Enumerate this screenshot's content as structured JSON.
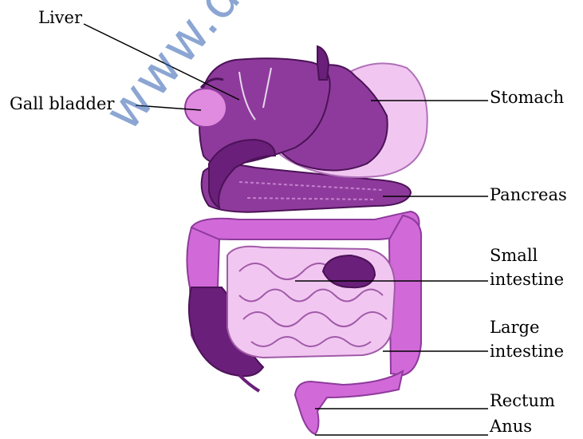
{
  "labels": {
    "liver": "Liver",
    "gall_bladder": "Gall bladder",
    "stomach": "Stomach",
    "pancreas": "Pancreas",
    "small_intestine_1": "Small",
    "small_intestine_2": "intestine",
    "large_intestine_1": "Large",
    "large_intestine_2": "intestine",
    "rectum": "Rectum",
    "anus": "Anus"
  },
  "watermark": "www.di",
  "colors": {
    "dark_purple": "#6a1f7a",
    "mid_purple": "#8e3a9c",
    "magenta": "#d16ad8",
    "light_pink": "#f1c7f1",
    "pale_pink": "#f7dff7"
  }
}
